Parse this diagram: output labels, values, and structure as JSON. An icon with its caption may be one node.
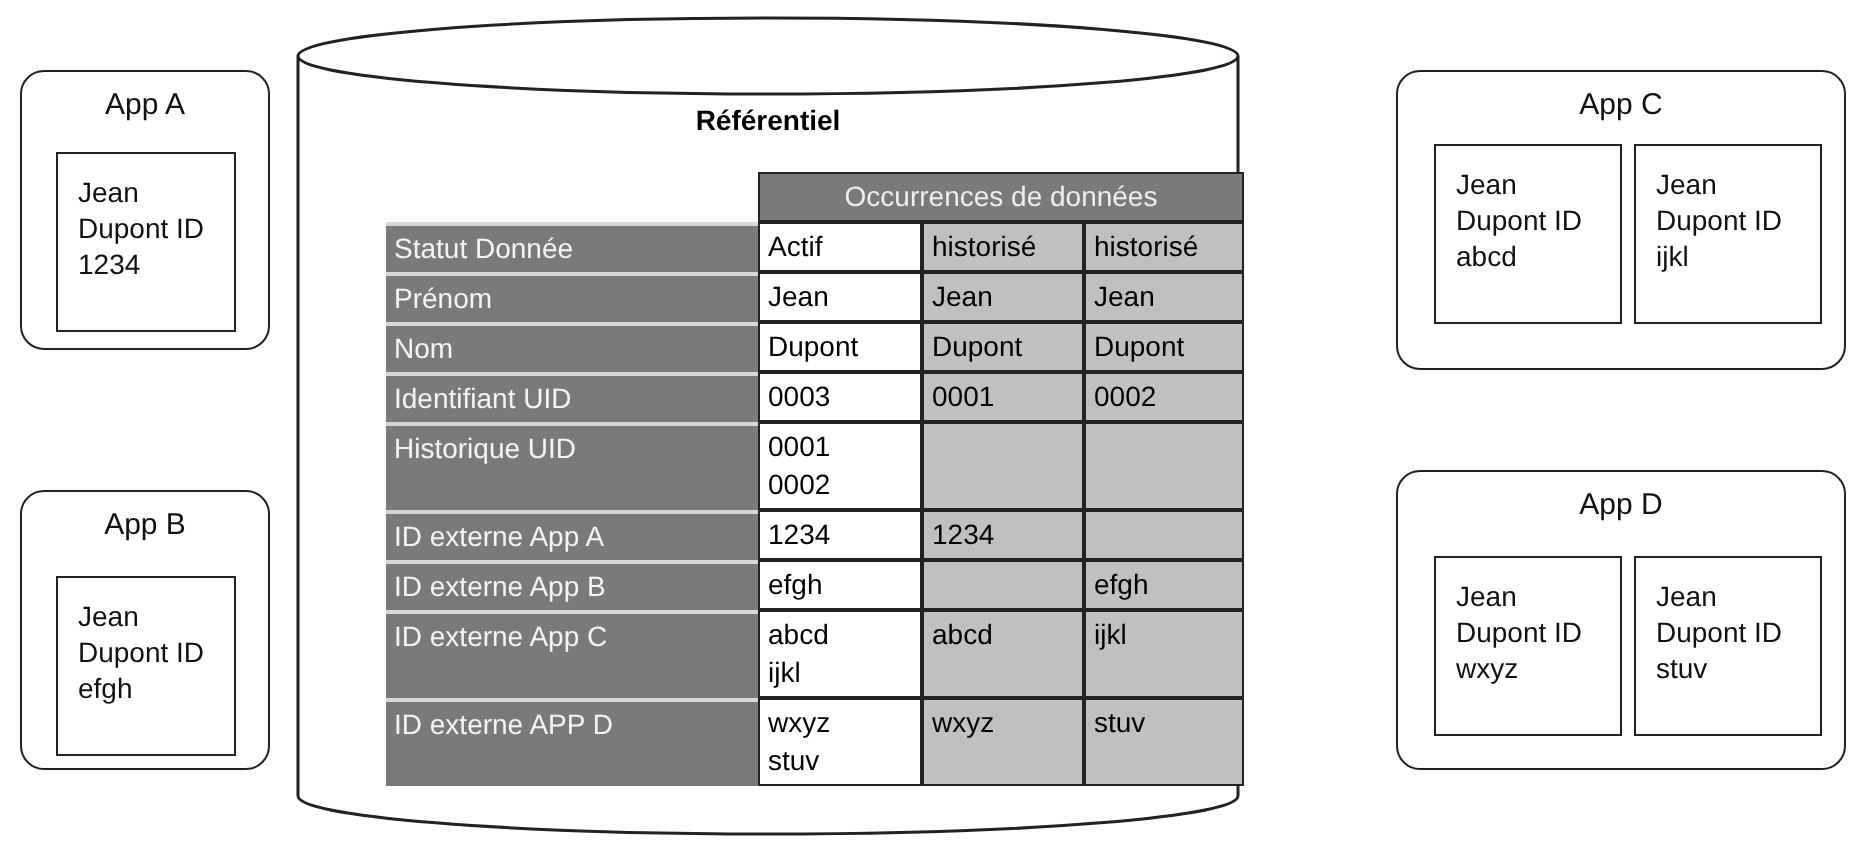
{
  "diagram": {
    "nodes": [
      {
        "text": [
          "App A"
        ]
      },
      {
        "text": [
          "Jean Dupont ID 1234"
        ],
        "in": 0
      },
      {
        "text": [
          "App B"
        ]
      },
      {
        "text": [
          "Jean Dupont ID efgh"
        ],
        "in": 2
      },
      {
        "text": [
          "Référentiel"
        ]
      },
      {
        "text": [
          "App C"
        ]
      },
      {
        "text": [
          "Jean Dupont ID abcd"
        ],
        "in": 5
      },
      {
        "text": [
          "Jean Dupont ID ijkl"
        ],
        "in": 5
      },
      {
        "text": [
          "App D"
        ]
      },
      {
        "text": [
          "Jean Dupont ID wxyz"
        ],
        "in": 8
      },
      {
        "text": [
          "Jean Dupont ID stuv"
        ],
        "in": 8
      }
    ],
    "edges": [],
    "labels": [
      "Occurrences de données",
      "Statut Donnée",
      "Actif",
      "historisé",
      "historisé",
      "Prénom",
      "Jean",
      "Jean",
      "Jean",
      "Nom",
      "Dupont",
      "Dupont",
      "Dupont",
      "Identifiant UID",
      "0003",
      "0001",
      "0002",
      "Historique UID",
      "0001 0002",
      "ID externe App A",
      "1234",
      "1234",
      "ID externe App B",
      "efgh",
      "efgh",
      "ID externe App C",
      "abcd ijkl",
      "abcd",
      "ijkl",
      "ID externe APP D",
      "wxyz stuv",
      "wxyz",
      "stuv"
    ]
  }
}
